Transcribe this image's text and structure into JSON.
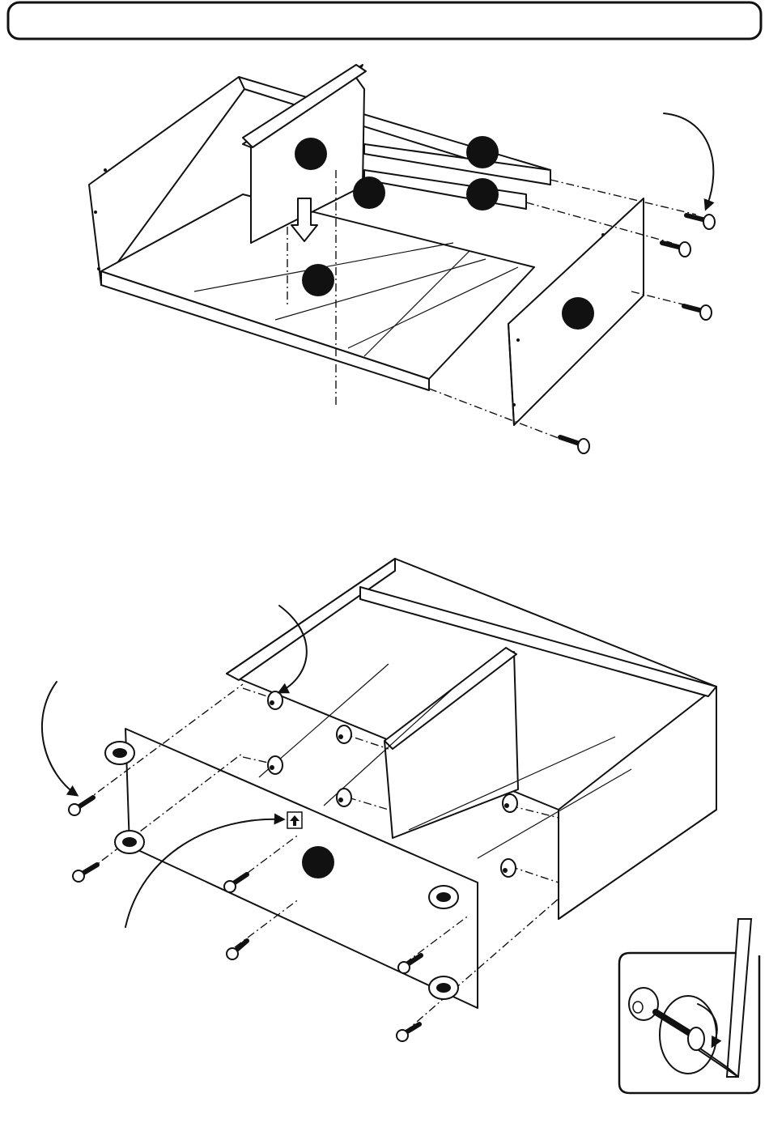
{
  "header": {
    "title": ""
  },
  "step_top": {
    "callouts": [
      "",
      "",
      "",
      "",
      "",
      ""
    ],
    "screws": [
      "screw",
      "screw",
      "screw",
      "screw"
    ],
    "insert_arrow": "down-arrow"
  },
  "step_bottom": {
    "callouts": [
      ""
    ],
    "casters": [
      "caster",
      "caster",
      "caster",
      "caster"
    ],
    "screws": [
      "screw",
      "screw",
      "screw",
      "screw",
      "screw",
      "screw"
    ],
    "cam_nuts": [
      "cam-nut",
      "cam-nut",
      "cam-nut",
      "cam-nut",
      "cam-nut"
    ],
    "up_marker": "up-arrow"
  },
  "detail_inset": {
    "tool": "allen-key",
    "parts": [
      "cam-nut",
      "bolt"
    ],
    "rotation": "clockwise"
  },
  "colors": {
    "ink": "#111111",
    "paper": "#ffffff"
  }
}
